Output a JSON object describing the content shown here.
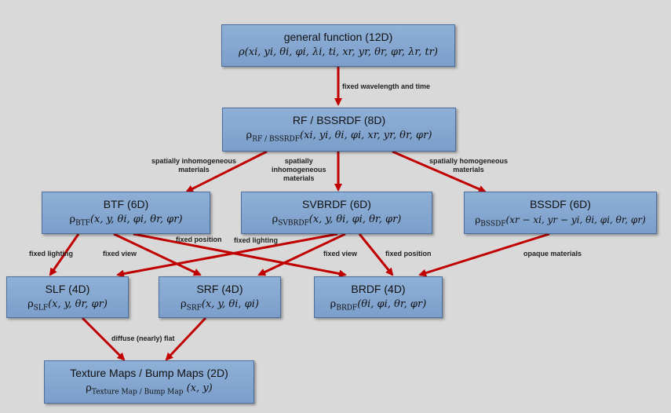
{
  "nodes": {
    "general": {
      "title": "general function (12D)",
      "formula": "ρ(xi, yi, θi, φi, λi, ti, xr, yr, θr, φr, λr, tr)"
    },
    "rf": {
      "title": "RF / BSSRDF (8D)",
      "rho": "ρ",
      "sub": "RF / BSSRDF",
      "args": "(xi, yi, θi, φi, xr, yr, θr, φr)"
    },
    "btf": {
      "title": "BTF (6D)",
      "rho": "ρ",
      "sub": "BTF",
      "args": "(x, y, θi, φi, θr, φr)"
    },
    "svbrdf": {
      "title": "SVBRDF (6D)",
      "rho": "ρ",
      "sub": "SVBRDF",
      "args": "(x, y, θi, φi, θr, φr)"
    },
    "bssdf": {
      "title": "BSSDF (6D)",
      "rho": "ρ",
      "sub": "BSSDF",
      "args": "(xr − xi, yr − yi, θi, φi, θr, φr)"
    },
    "slf": {
      "title": "SLF (4D)",
      "rho": "ρ",
      "sub": "SLF",
      "args": "(x, y, θr, φr)"
    },
    "srf": {
      "title": "SRF (4D)",
      "rho": "ρ",
      "sub": "SRF",
      "args": "(x, y, θi, φi)"
    },
    "brdf": {
      "title": "BRDF (4D)",
      "rho": "ρ",
      "sub": "BRDF",
      "args": "(θi, φi, θr, φr)"
    },
    "texture": {
      "title": "Texture Maps / Bump Maps (2D)",
      "rho": "ρ",
      "sub": "Texture Map / Bump Map",
      "args": " (x, y)"
    }
  },
  "edge_labels": {
    "fixed_wavelength_time": "fixed wavelength and time",
    "spatially_inhomogeneous_left": "spatially inhomogeneous\nmaterials",
    "spatially_inhomogeneous_mid": "spatially\ninhomogeneous\nmaterials",
    "spatially_homogeneous": "spatially homogeneous\nmaterials",
    "fixed_lighting_left": "fixed lighting",
    "fixed_view_left": "fixed view",
    "fixed_position_top": "fixed position",
    "fixed_lighting_mid": "fixed lighting",
    "fixed_view_right": "fixed view",
    "fixed_position_right": "fixed position",
    "opaque_materials": "opaque materials",
    "diffuse_flat": "diffuse (nearly) flat"
  },
  "colors": {
    "box_fill": "#84a5cf",
    "box_border": "#4b6f9d",
    "arrow": "#c00000",
    "background": "#d9d9d9"
  }
}
